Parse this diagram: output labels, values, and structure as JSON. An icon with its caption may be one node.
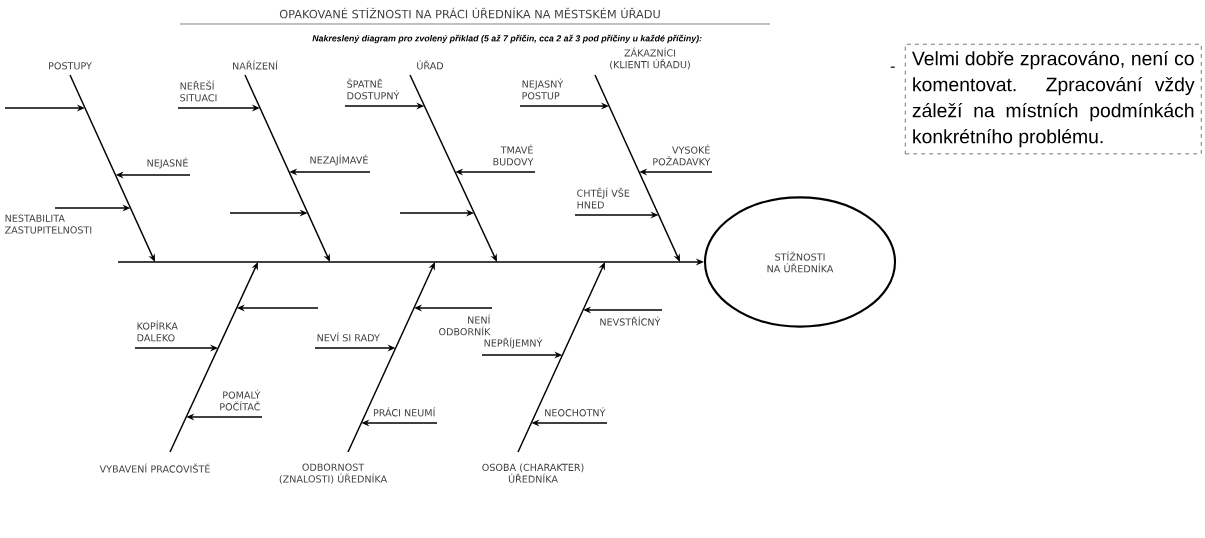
{
  "diagram": {
    "title": "OPAKOVANÉ STÍŽNOSTI NA PRÁCI ÚŘEDNÍKA NA MĚSTSKÉM ÚŘADU",
    "nodes": [
      {
        "text": [
          "STÍŽNOSTI NA ÚŘEDNÍKA"
        ]
      },
      {
        "text": [
          "POSTUPY"
        ]
      },
      {
        "text": [
          "NAŘÍZENÍ"
        ]
      },
      {
        "text": [
          "ÚŘAD"
        ]
      },
      {
        "text": [
          "ZÁKAZNÍCI (KLIENTI ÚŘADU)"
        ]
      },
      {
        "text": [
          "VYBAVENÍ PRACOVIŠTĚ"
        ]
      },
      {
        "text": [
          "ODBORNOST (ZNALOSTI) ÚŘEDNÍKA"
        ]
      },
      {
        "text": [
          "OSOBA (CHARAKTER) ÚŘEDNÍKA"
        ]
      },
      {
        "text": [
          "NEJASNÉ"
        ]
      },
      {
        "text": [
          "NESTABILITA ZASTUPITELNOSTI"
        ]
      },
      {
        "text": [
          "NEŘEŠÍ SITUACI"
        ]
      },
      {
        "text": [
          "NEZAJÍMAVÉ"
        ]
      },
      {
        "text": [
          "ŠPATNĚ DOSTUPNÝ"
        ]
      },
      {
        "text": [
          "TMAVÉ BUDOVY"
        ]
      },
      {
        "text": [
          "NEJASNÝ POSTUP"
        ]
      },
      {
        "text": [
          "VYSOKÉ POŽADAVKY"
        ]
      },
      {
        "text": [
          "CHTĚJÍ VŠE HNED"
        ]
      },
      {
        "text": [
          "KOPÍRKA DALEKO"
        ]
      },
      {
        "text": [
          "POMALÝ POČÍTAČ"
        ]
      },
      {
        "text": [
          "NENÍ ODBORNÍK"
        ]
      },
      {
        "text": [
          "NEVÍ SI RADY"
        ]
      },
      {
        "text": [
          "PRÁCI NEUMÍ"
        ]
      },
      {
        "text": [
          "NEVSTŘÍCNÝ"
        ]
      },
      {
        "text": [
          "NEPŘÍJEMNÝ"
        ]
      },
      {
        "text": [
          "NEOCHOTNÝ"
        ]
      },
      {
        "text": [
          "Velmi dobře zpracováno, není co komentovat. Zpracování vždy záleží na místních podmínkách konkrétního problému."
        ],
        "beside": [
          "-"
        ]
      }
    ],
    "edges": [
      {
        "from": null,
        "to": 0,
        "arrow": "to"
      },
      {
        "from": 1,
        "to": null,
        "arrow": "to"
      },
      {
        "from": 2,
        "to": null,
        "arrow": "to"
      },
      {
        "from": 3,
        "to": null,
        "arrow": "to"
      },
      {
        "from": 4,
        "to": null,
        "arrow": "to"
      },
      {
        "from": 5,
        "to": null,
        "arrow": "to"
      },
      {
        "from": 6,
        "to": null,
        "arrow": "to"
      },
      {
        "from": 7,
        "to": null,
        "arrow": "to"
      },
      {
        "from": 8,
        "to": null,
        "arrow": "to"
      },
      {
        "from": 9,
        "to": null,
        "arrow": "to"
      },
      {
        "from": 10,
        "to": null,
        "arrow": "to"
      },
      {
        "from": 11,
        "to": null,
        "arrow": "to"
      },
      {
        "from": 12,
        "to": null,
        "arrow": "to"
      },
      {
        "from": 13,
        "to": null,
        "arrow": "to"
      },
      {
        "from": 14,
        "to": null,
        "arrow": "to"
      },
      {
        "from": 15,
        "to": null,
        "arrow": "to"
      },
      {
        "from": 16,
        "to": null,
        "arrow": "to"
      },
      {
        "from": 17,
        "to": null,
        "arrow": "to"
      },
      {
        "from": 18,
        "to": null,
        "arrow": "to"
      },
      {
        "from": 19,
        "to": null,
        "arrow": "to"
      },
      {
        "from": 20,
        "to": null,
        "arrow": "to"
      },
      {
        "from": 21,
        "to": null,
        "arrow": "to"
      },
      {
        "from": 22,
        "to": null,
        "arrow": "to"
      },
      {
        "from": 23,
        "to": null,
        "arrow": "to"
      },
      {
        "from": 24,
        "to": null,
        "arrow": "to"
      }
    ],
    "labels": [
      "Nakreslený diagram pro zvolený příklad (5 až 7 příčin, cca 2 až 3 pod příčiny u každé příčiny):"
    ]
  }
}
